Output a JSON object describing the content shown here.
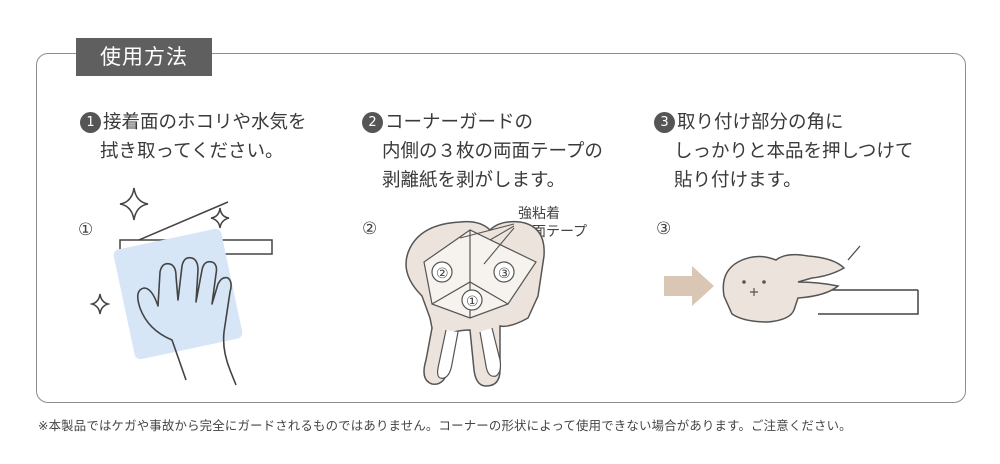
{
  "title": "使用方法",
  "steps": [
    {
      "marker": "1",
      "lines": [
        "接着面のホコリや水気を",
        "拭き取ってください。"
      ],
      "figure_label": "①"
    },
    {
      "marker": "2",
      "lines": [
        "コーナーガードの",
        "内側の３枚の両面テープの",
        "剥離紙を剥がします。"
      ],
      "figure_label": "②",
      "callout_lines": [
        "強粘着",
        "両面テープ"
      ],
      "tape_labels": [
        "②",
        "③",
        "①"
      ]
    },
    {
      "marker": "3",
      "lines": [
        "取り付け部分の角に",
        "しっかりと本品を押しつけて",
        "貼り付けます。"
      ],
      "figure_label": "③"
    }
  ],
  "footnote": "※本製品ではケガや事故から完全にガードされるものではありません。コーナーの形状によって使用できない場合があります。ご注意ください。",
  "colors": {
    "tab_bg": "#5f5f5f",
    "frame": "#8c8c8c",
    "glass_blue": "#d6e6f6",
    "guard_fill": "#ece4dc",
    "arrow": "#d9c6b4"
  }
}
